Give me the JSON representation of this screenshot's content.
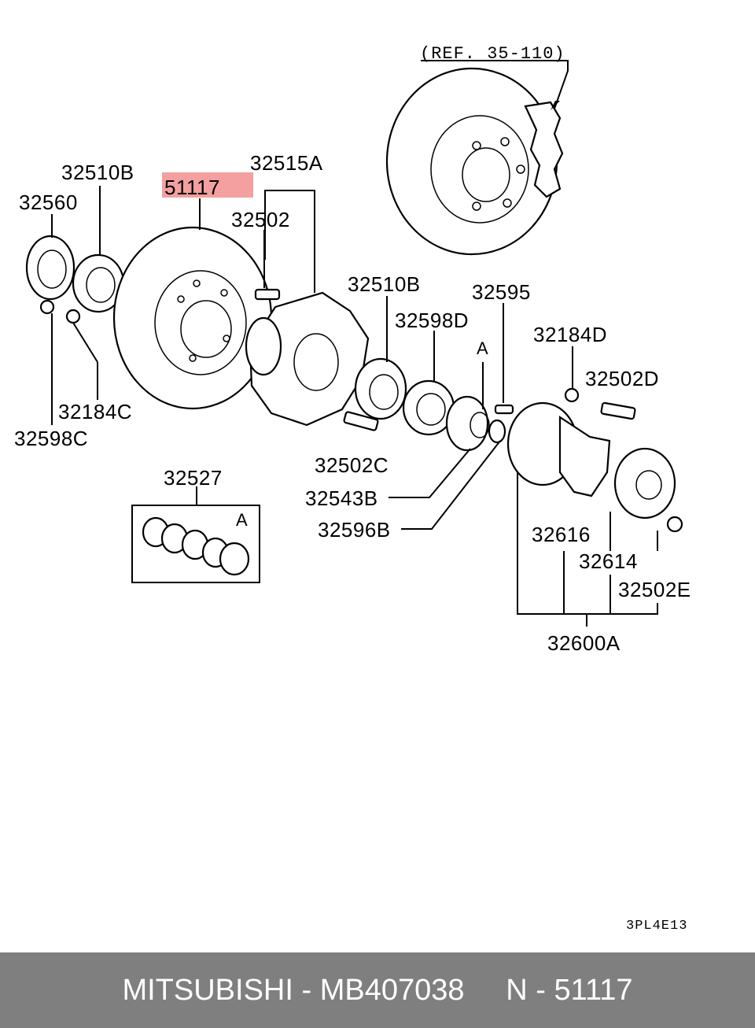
{
  "diagram": {
    "ref_note": "(REF. 35-110)",
    "highlight": {
      "label": "51117",
      "color": "#f4a0a0"
    },
    "labels": {
      "p32515A": "32515A",
      "p32510B_left": "32510B",
      "p32560": "32560",
      "p32502": "32502",
      "p32510B_mid": "32510B",
      "p32595": "32595",
      "p32598D": "32598D",
      "p32184D": "32184D",
      "p32502D": "32502D",
      "p32184C": "32184C",
      "p32598C": "32598C",
      "p32502C": "32502C",
      "p32543B": "32543B",
      "p32596B": "32596B",
      "p32527": "32527",
      "p32616": "32616",
      "p32614": "32614",
      "p32502E": "32502E",
      "p32600A": "32600A",
      "ref_A_top": "A",
      "ref_A_box": "A"
    },
    "drawing_code": "3PL4E13"
  },
  "footer": {
    "text": "MITSUBISHI - MB407038     N - 51117"
  }
}
